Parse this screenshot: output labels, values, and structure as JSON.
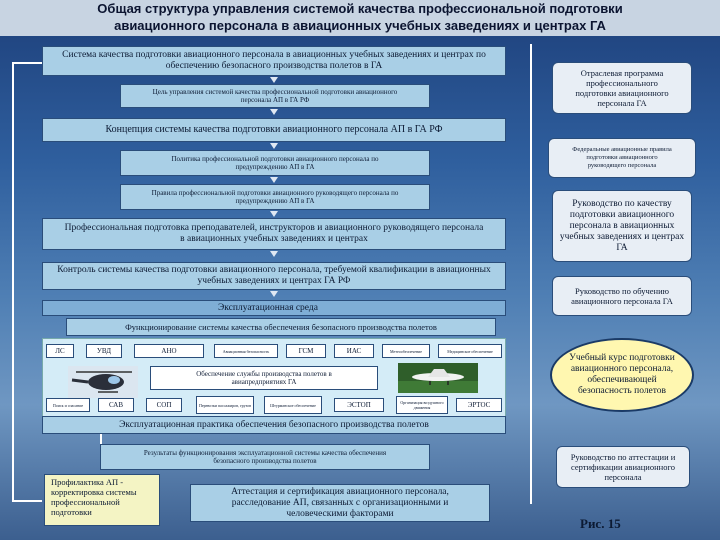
{
  "title": {
    "line1": "Общая структура управления системой качества профессиональной подготовки",
    "line2": "авиационного персонала в авиационных учебных заведениях и центрах ГА"
  },
  "left": {
    "system": "Система качества подготовки авиационного персонала в авиационных учебных заведениях и центрах по обеспечению безопасного производства полетов в ГА",
    "goal": "Цель управления системой качества профессиональной подготовки авиационного персонала АП в ГА РФ",
    "concept": "Концепция системы качества подготовки авиационного персонала АП в ГА РФ",
    "policy": "Политика профессиональной подготовки авиационного персонала по предупреждению АП в ГА",
    "rules": "Правила профессиональной подготовки авиационного руководящего персонала по предупреждению АП в ГА",
    "training": "Профессиональная подготовка преподавателей, инструкторов и авиационного руководящего персонала в авиационных учебных заведениях и центрах",
    "control": "Контроль системы качества подготовки авиационного персонала, требуемой квалификации в авиационных учебных заведениях и центрах ГА РФ",
    "environment": "Эксплуатационная среда",
    "functioning": "Функционирование системы качества обеспечения безопасного производства полетов",
    "row1": [
      "ЛС",
      "УВД",
      "АНО",
      "Авиационная безопасность",
      "ГСМ",
      "ИАС",
      "Метеообеспечение",
      "Медицинское обеспечение"
    ],
    "support": "Обеспечение службы производства полетов в авиапредприятиях ГА",
    "row2": [
      "Поиск и спасание",
      "САВ",
      "СОП",
      "Перевозки пассажиров, грузов",
      "Штурманское обеспечение",
      "ЭСТОП",
      "Организация воздушного движения",
      "ЭРТОС"
    ],
    "practice": "Эксплуатационная практика обеспечения безопасного производства полетов",
    "results": "Результаты функционирования эксплуатационной системы качества обеспечения безопасного производства полетов",
    "prevention": "Профилактика АП - корректировка системы профессиональной подготовки",
    "attestation": "Аттестация и сертификация авиационного персонала, расследование АП, связанных с организационными и человеческими факторами"
  },
  "right": {
    "program": "Отраслевая программа профессионального подготовки авиационного персонала ГА",
    "federal_rules": "Федеральные авиационные правила подготовки авиационного руководящего персонала",
    "quality_guide": "Руководство по качеству подготовки авиационного персонала в авиационных учебных заведениях и центрах ГА",
    "training_guide": "Руководство по обучению авиационного персонала ГА",
    "course": "Учебный курс подготовки авиационного персонала, обеспечивающей безопасность полетов",
    "attest_guide": "Руководство по аттестации и сертификации авиационного персонала"
  },
  "figure_label": "Рис. 15",
  "colors": {
    "box_light": "#a9cfe6",
    "box_dark": "#7faed6",
    "oval": "#fff7b0",
    "prevention": "#f4f4c4"
  }
}
